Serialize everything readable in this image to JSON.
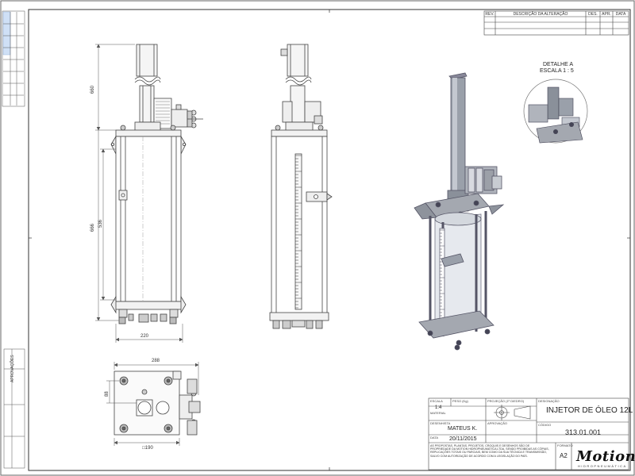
{
  "revision_table": {
    "headers": [
      "REV.",
      "DESCRIÇÃO DA ALTERAÇÃO",
      "DES.",
      "APR.",
      "DATA"
    ]
  },
  "detail": {
    "title": "DETALHE A",
    "scale": "ESCALA 1 : 5"
  },
  "dimensions": {
    "top_height": "660",
    "overall_height": "666",
    "inner_height": "536",
    "front_width": "220",
    "plan_width": "288",
    "plan_side": "88",
    "plan_square": "□190"
  },
  "title_block": {
    "labels": {
      "scale": "ESCALA",
      "weight": "PESO (Kg)",
      "projection": "PROJEÇÃO (1º DIEDRO)",
      "designation": "DESIGNAÇÃO",
      "material": "MATERIAL",
      "designer": "DESENHISTA",
      "approval": "APROVAÇÃO",
      "code": "CÓDIGO",
      "date": "DATA",
      "format": "FORMATO"
    },
    "scale": "1:4",
    "designation": "INJETOR DE ÓLEO 12L",
    "designer": "MATEUS K.",
    "date": "20/11/2015",
    "code": "313.01.001",
    "format": "A2",
    "legal_note": "AS PROPOSTAS, PLANTAS, PROJETOS, CROQUIS E DESENHOS SÃO DE PROPRIEDADE DA MOTION HIDROPNEUMÁTICA LTDA, SENDO PROIBIDAS AS CÓPIAS, REPLICAÇÕES TOTAIS OU PARCIAIS, BEM COMO DA SUA TÉCNICA E TRANSMISSÃO, SALVO COM AUTORIZAÇÃO DE ACORDO COM A LEGISLAÇÃO DO PAÍS.",
    "company": "Motion",
    "company_sub": "HIDROPNEUMÁTICA"
  },
  "left_margin": {
    "side_label": "APROVAÇÕES"
  }
}
